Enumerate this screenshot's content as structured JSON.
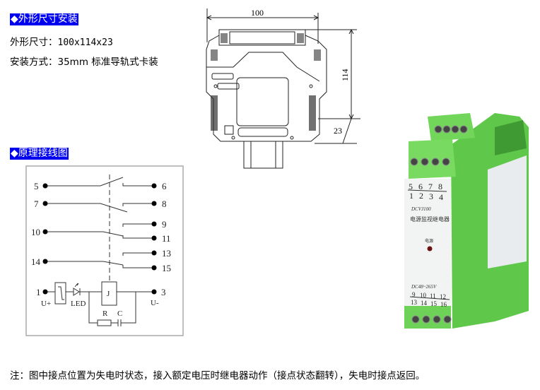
{
  "section_dimensions": {
    "heading": "◆外形尺寸安装",
    "size_label": "外形尺寸：",
    "size_value": "100x114x23",
    "mount_label": "安装方式：",
    "mount_value": "35mm 标准导轨式卡装",
    "drawing": {
      "width": "100",
      "height": "114",
      "depth": "23"
    }
  },
  "section_wiring": {
    "heading": "◆原理接线图",
    "terminals_left": [
      "5",
      "7",
      "10",
      "14",
      "1"
    ],
    "terminals_right": [
      "6",
      "8",
      "9",
      "11",
      "13",
      "15",
      "3"
    ],
    "labels": {
      "u_plus": "U+",
      "u_minus": "U-",
      "led": "LED",
      "relay": "J",
      "resistor": "R",
      "capacitor": "C"
    }
  },
  "product": {
    "top_row1": [
      "5",
      "6",
      "7",
      "8"
    ],
    "top_row2": [
      "1",
      "2",
      "3",
      "4"
    ],
    "model": "DCVJ100",
    "name": "电源监视继电器",
    "led_label": "电源",
    "voltage": "DC48~265V",
    "bottom_row1": [
      "9",
      "10",
      "11",
      "12"
    ],
    "bottom_row2": [
      "13",
      "14",
      "15",
      "16"
    ]
  },
  "note": "注：图中接点位置为失电时状态，接入额定电压时继电器动作（接点状态翻转），失电时接点返回。"
}
